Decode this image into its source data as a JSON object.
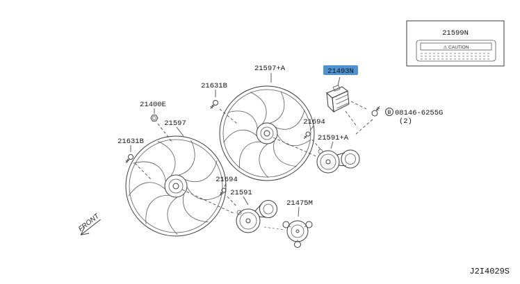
{
  "diagram": {
    "code": "J2I4029S",
    "front_label": "FRONT",
    "highlight_color": "#4f93d2"
  },
  "caution_box": {
    "part_number": "21599N",
    "caution_text": "⚠ CAUTION"
  },
  "parts": {
    "fan_primary": "21597",
    "fan_secondary": "21597+A",
    "bolt_top": "21631B",
    "bolt_left": "21631B",
    "nut": "21400E",
    "resistor": "21493N",
    "bolt_b_letter": "B",
    "bolt_b_number": "08146-6255G",
    "bolt_b_qty": "(2)",
    "screw_top": "21694",
    "screw_mid": "21694",
    "motor_secondary": "21591+A",
    "motor_primary": "21591",
    "bracket": "21475M"
  }
}
